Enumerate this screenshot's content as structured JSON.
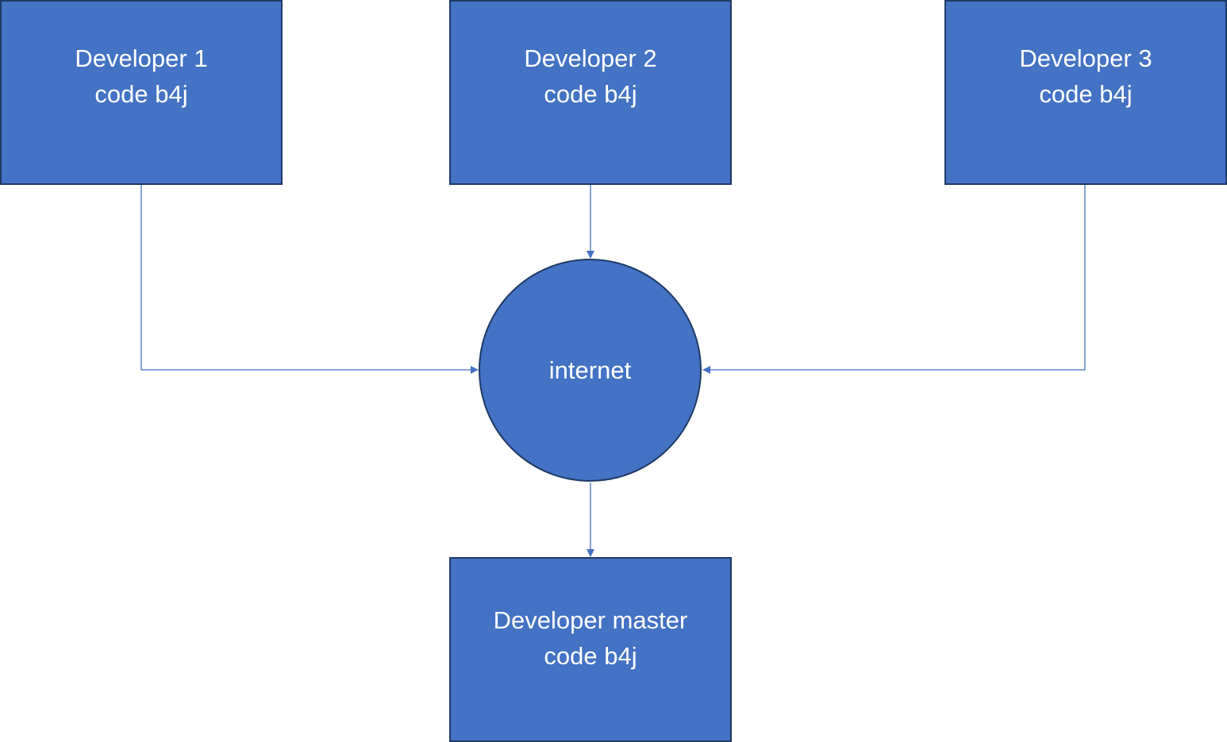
{
  "diagram": {
    "fill_color": "#4472c4",
    "border_color": "#1f3a66",
    "connector_color": "#4472c4",
    "text_color": "#ffffff",
    "nodes": {
      "developer1": {
        "line1": "Developer 1",
        "line2": "code b4j"
      },
      "developer2": {
        "line1": "Developer 2",
        "line2": "code b4j"
      },
      "developer3": {
        "line1": "Developer 3",
        "line2": "code b4j"
      },
      "internet": {
        "label": "internet"
      },
      "master": {
        "line1": "Developer master",
        "line2": "code b4j"
      }
    },
    "edges": [
      {
        "from": "Developer 1",
        "to": "internet"
      },
      {
        "from": "Developer 2",
        "to": "internet"
      },
      {
        "from": "Developer 3",
        "to": "internet"
      },
      {
        "from": "internet",
        "to": "Developer master"
      }
    ]
  }
}
